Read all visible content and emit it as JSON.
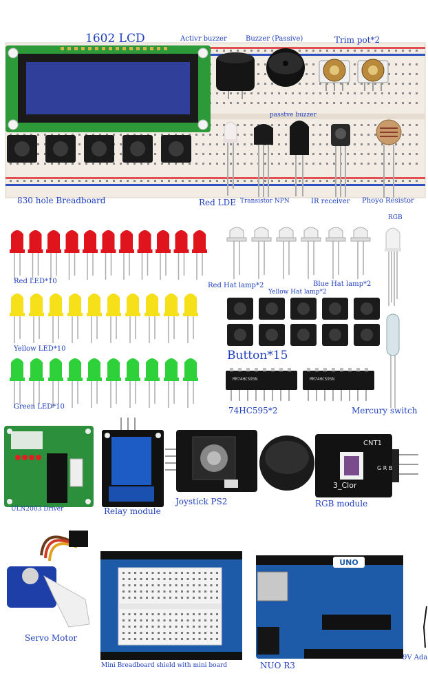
{
  "labels": {
    "lcd": "1602 LCD",
    "active_buzzer": "Activr buzzer",
    "passive_buzzer": "Buzzer (Passive)",
    "trim_pot": "Trim pot*2",
    "passive_buzzer_small": "passtve buzzer",
    "breadboard": "830 hole Breadboard",
    "red_lde": "Red LDE",
    "transistor": "Transistor NPN",
    "ir_receiver": "IR receiver",
    "photo_resistor": "Phoyo Resistor",
    "rgb_led": "RGB",
    "red_led": "Red LED*10",
    "red_hat": "Red Hat lamp*2",
    "blue_hat": "Blue Hat lamp*2",
    "yellow_hat": "Yellow Hat lamp*2",
    "yellow_led": "Yellow LED*10",
    "button": "Button*15",
    "green_led": "Green LED*10",
    "ic_74hc595": "74HC595*2",
    "mercury_switch": "Mercury switch",
    "uln2003": "ULN2003 Driver",
    "relay": "Relay module",
    "joystick": "Joystick PS2",
    "rgb_module": "RGB module",
    "servo": "Servo Motor",
    "mini_breadboard": "Mini Breadboard shield with mini board",
    "nuo_r3": "NUO R3",
    "battery": "9V Ada"
  },
  "component_text": {
    "rgb_module_header": "CNT1",
    "rgb_module_chip": "3_Clor",
    "rgb_module_pins": "G R B",
    "board_logo": "UNO",
    "ic_marking": "MM74HC595N"
  },
  "colors": {
    "label_blue": "#1f3fbf",
    "pcb_blue": "#1d5aa8",
    "pcb_green": "#2a8f3a",
    "led_red": "#e0141c",
    "led_yellow": "#f5e01a",
    "led_green": "#2fd13a",
    "lcd_screen": "#2f3f9a"
  },
  "counts": {
    "red_leds": 11,
    "yellow_leds": 10,
    "green_leds": 10,
    "buttons": 10
  }
}
